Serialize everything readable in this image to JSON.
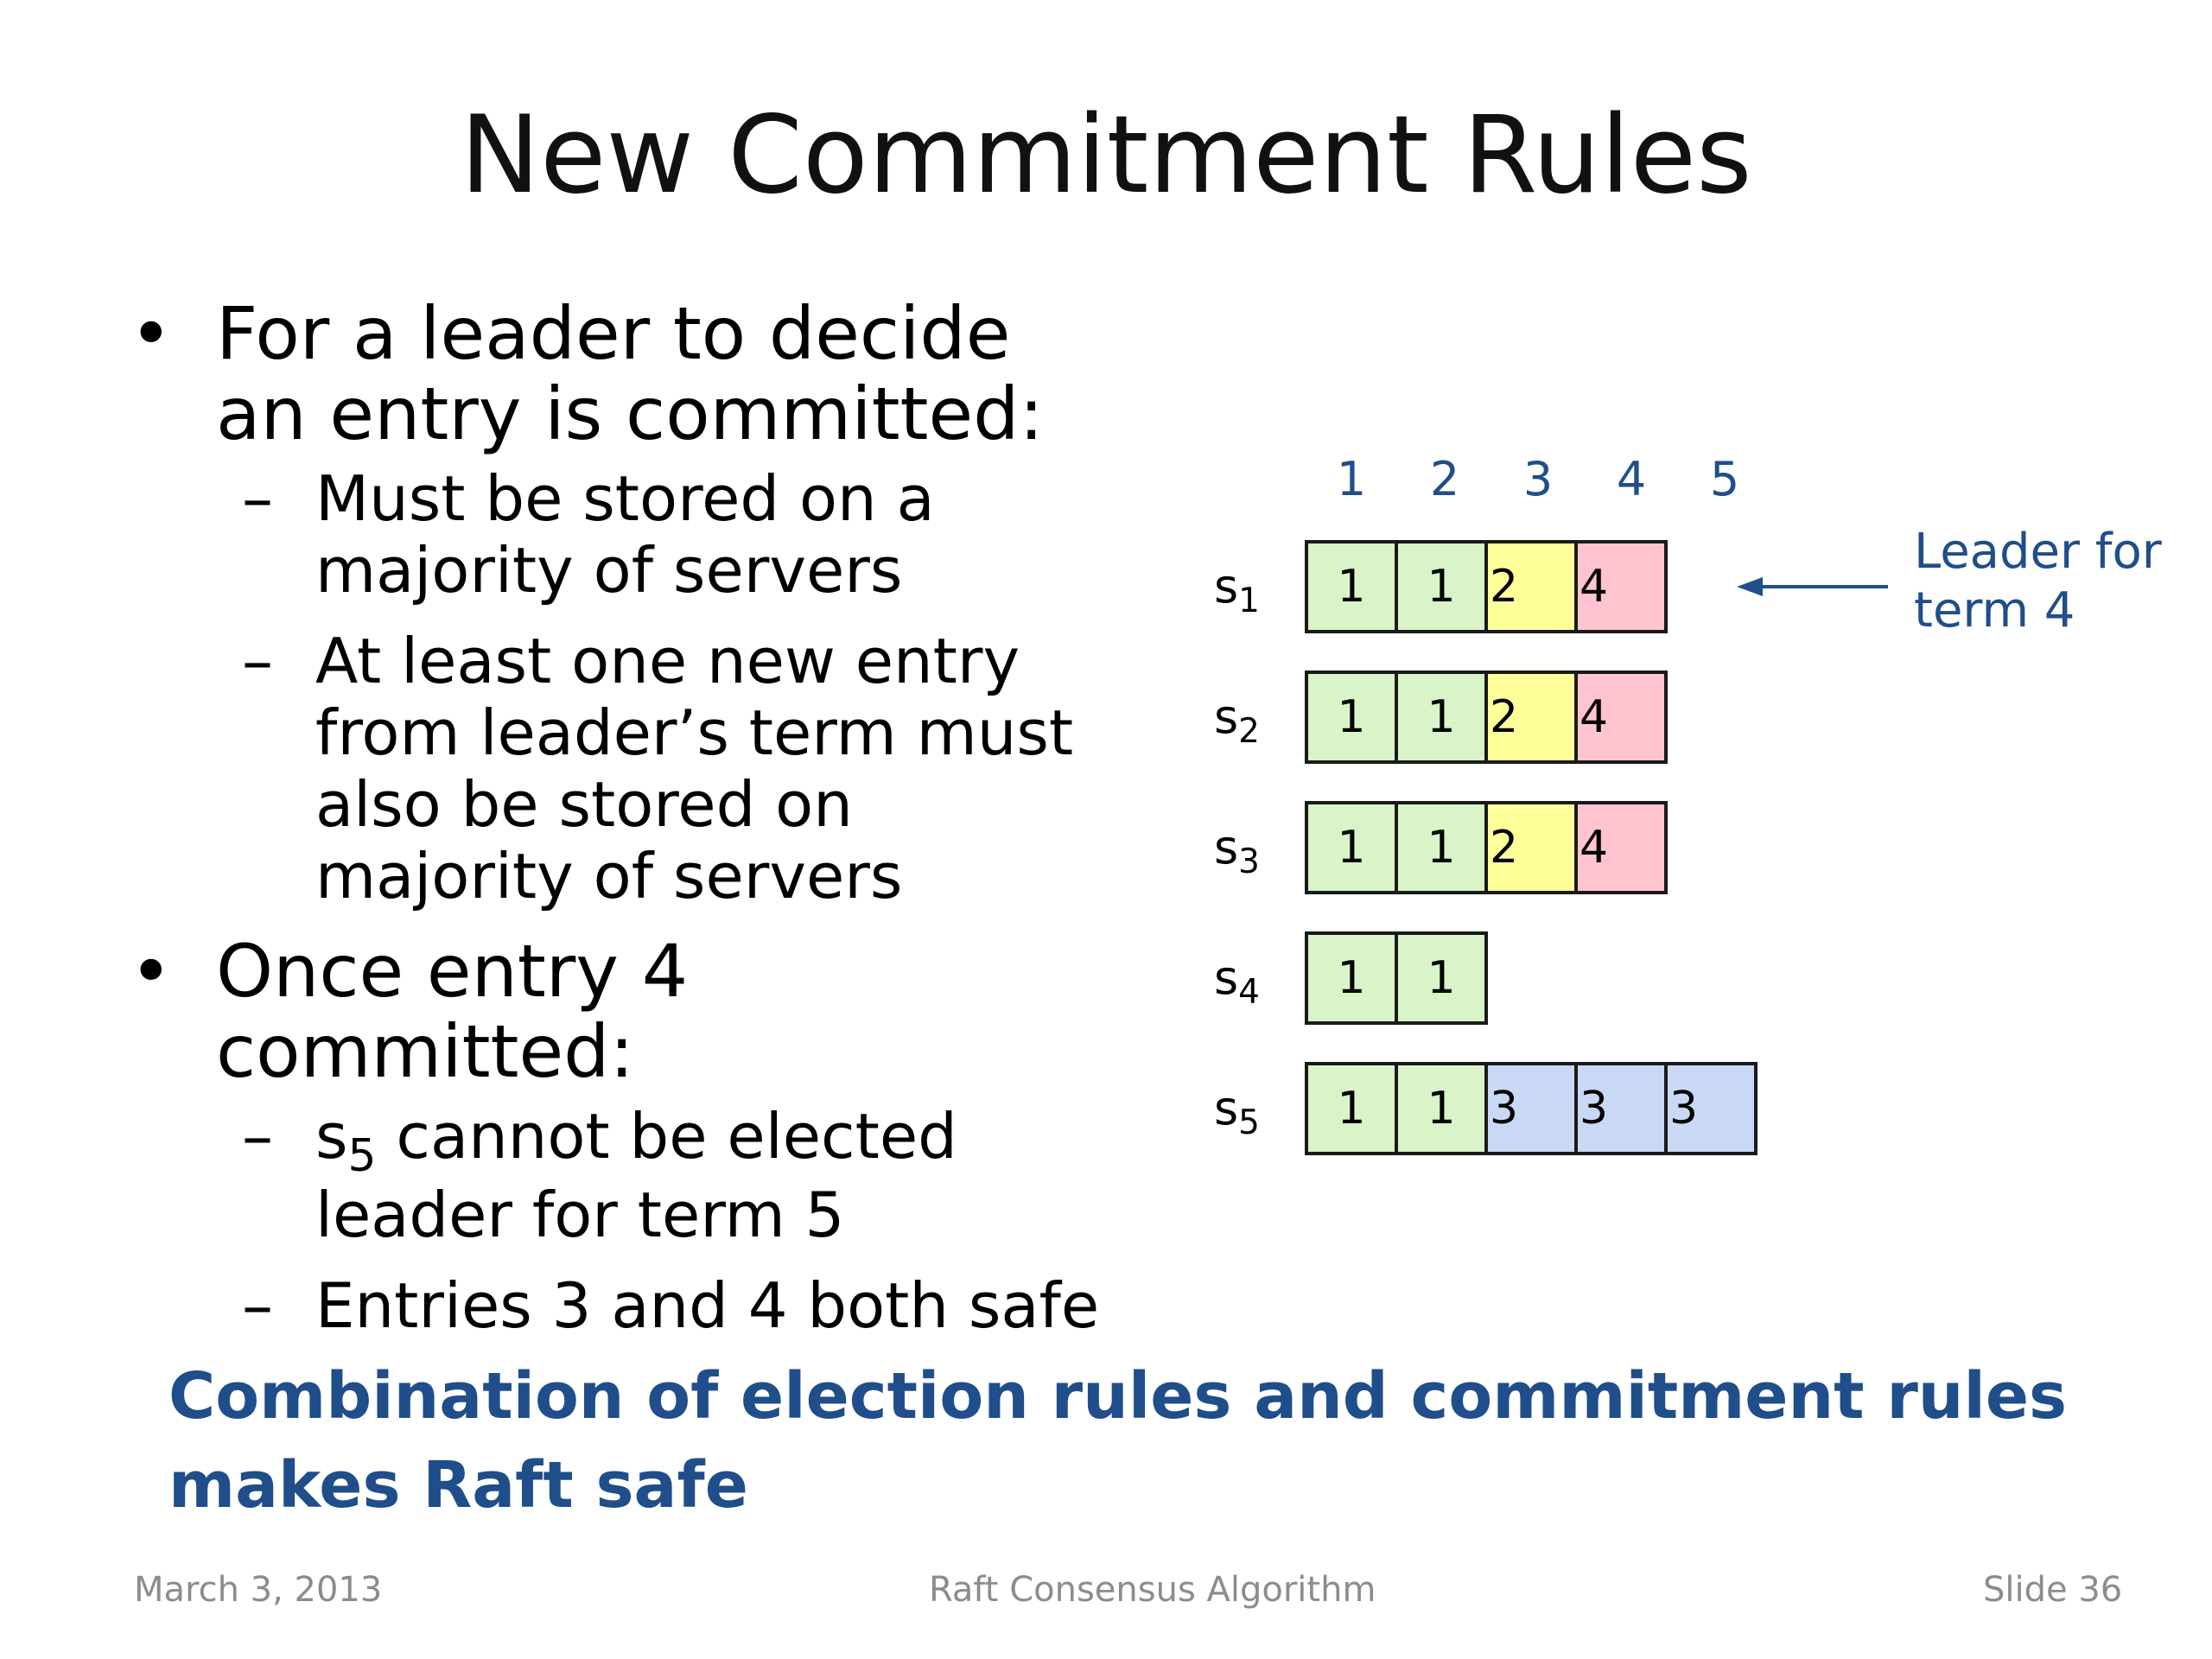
{
  "slide": {
    "title": "New Commitment Rules",
    "bullets": [
      {
        "text": "For a leader to decide an entry is committed:",
        "subs": [
          {
            "text": "Must be stored on a majority of servers"
          },
          {
            "text": "At least one new entry from leader’s term must also be stored on majority of servers"
          }
        ]
      },
      {
        "text": "Once entry 4 committed:",
        "subs": [
          {
            "pre": "s",
            "subscript": "5",
            "post": " cannot be elected leader for term 5"
          },
          {
            "text": "Entries 3 and 4 both safe"
          }
        ]
      }
    ],
    "bullet_marker": "•",
    "sub_marker": "–",
    "conclusion": "Combination of election rules and commitment rules makes Raft safe",
    "leader_note": [
      "Leader for",
      "term 4"
    ]
  },
  "log_diagram": {
    "indices": [
      "1",
      "2",
      "3",
      "4",
      "5"
    ],
    "servers": [
      {
        "name": "s",
        "sub": "1",
        "entries": [
          "1",
          "1",
          "2",
          "4"
        ]
      },
      {
        "name": "s",
        "sub": "2",
        "entries": [
          "1",
          "1",
          "2",
          "4"
        ]
      },
      {
        "name": "s",
        "sub": "3",
        "entries": [
          "1",
          "1",
          "2",
          "4"
        ]
      },
      {
        "name": "s",
        "sub": "4",
        "entries": [
          "1",
          "1"
        ]
      },
      {
        "name": "s",
        "sub": "5",
        "entries": [
          "1",
          "1",
          "3",
          "3",
          "3"
        ]
      }
    ],
    "term_colors": {
      "1": "#d8f4c8",
      "2": "#ffff99",
      "3": "#c9d8f5",
      "4": "#ffc4d0"
    },
    "accent_color": "#1f4e8a"
  },
  "footer": {
    "date": "March 3, 2013",
    "deck": "Raft Consensus Algorithm",
    "slide_number": "Slide 36"
  }
}
